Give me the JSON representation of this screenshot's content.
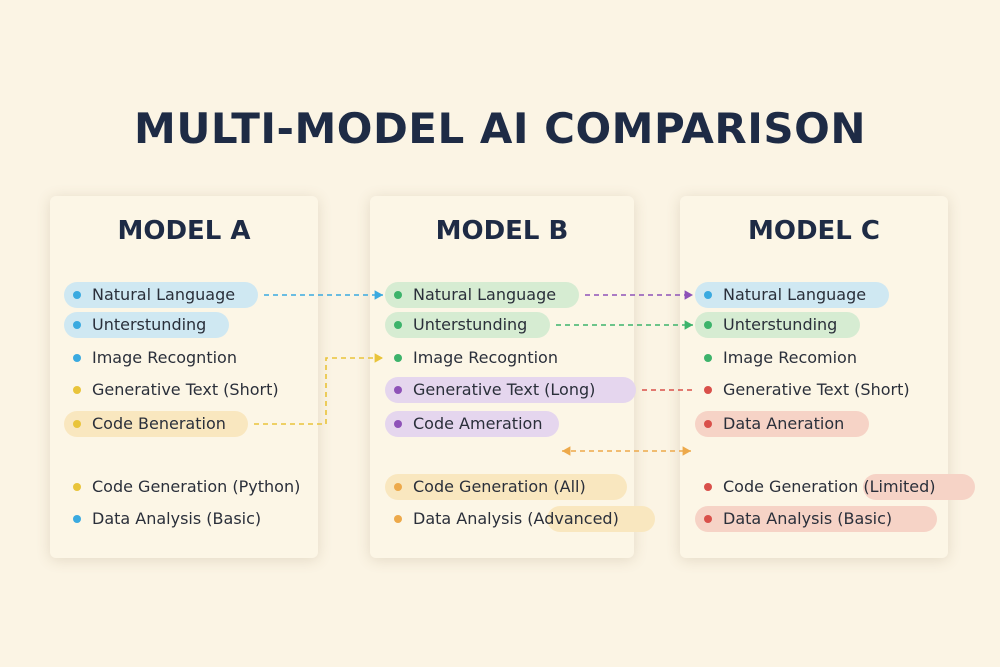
{
  "title": "MULTI-MODEL AI COMPARISON",
  "colors": {
    "blue": "#3aaae0",
    "green": "#3db36b",
    "yellow": "#e9c43a",
    "orange": "#eda94a",
    "purple": "#8e52b8",
    "red": "#d9504a",
    "blue_highlight": "#cfe8f2",
    "green_highlight": "#d6ecd2",
    "yellow_highlight": "#f9e7bf",
    "purple_highlight": "#e5d6ee",
    "red_highlight": "#f6d3c6"
  },
  "models": [
    {
      "name": "MODEL A",
      "features": [
        {
          "label": "Natural Language",
          "dot": "blue",
          "highlight": "blue"
        },
        {
          "label": "Unterstunding",
          "dot": "blue",
          "highlight": "blue"
        },
        {
          "label": "Image Recogntion",
          "dot": "blue"
        },
        {
          "label": "Generative Text (Short)",
          "dot": "yellow"
        },
        {
          "label": "Code Beneration",
          "dot": "yellow",
          "highlight": "yellow"
        },
        {
          "label": "Code Generation (Python)",
          "dot": "yellow"
        },
        {
          "label": "Data Analysis (Basic)",
          "dot": "blue"
        }
      ]
    },
    {
      "name": "MODEL B",
      "features": [
        {
          "label": "Natural Language",
          "dot": "green",
          "highlight": "green"
        },
        {
          "label": "Unterstunding",
          "dot": "green",
          "highlight": "green"
        },
        {
          "label": "Image Recogntion",
          "dot": "green"
        },
        {
          "label": "Generative Text (Long)",
          "dot": "purple",
          "highlight": "purple"
        },
        {
          "label": "Code Ameration",
          "dot": "purple",
          "highlight": "purple"
        },
        {
          "label": "Code Generation (All)",
          "dot": "orange",
          "highlight": "yellow"
        },
        {
          "label": "Data Analysis (Advanced)",
          "dot": "orange",
          "highlight": "yellow",
          "highlight_partial": true
        }
      ]
    },
    {
      "name": "MODEL C",
      "features": [
        {
          "label": "Natural Language",
          "dot": "blue",
          "highlight": "blue"
        },
        {
          "label": "Unterstunding",
          "dot": "green",
          "highlight": "green"
        },
        {
          "label": "Image Recomion",
          "dot": "green"
        },
        {
          "label": "Generative Text (Short)",
          "dot": "red"
        },
        {
          "label": "Data Aneration",
          "dot": "red",
          "highlight": "red"
        },
        {
          "label": "Code Generation (Limited)",
          "dot": "red",
          "highlight": "red",
          "highlight_partial": true
        },
        {
          "label": "Data Analysis (Basic)",
          "dot": "red",
          "highlight": "red"
        }
      ]
    }
  ],
  "connectors": [
    {
      "from": [
        0,
        0
      ],
      "to": [
        1,
        0
      ],
      "color": "blue",
      "arrow": "end"
    },
    {
      "from": [
        1,
        0
      ],
      "to": [
        2,
        0
      ],
      "color": "purple",
      "arrow": "end"
    },
    {
      "from": [
        1,
        1
      ],
      "to": [
        2,
        1
      ],
      "color": "green",
      "arrow": "end"
    },
    {
      "from": [
        0,
        4
      ],
      "to": [
        1,
        2
      ],
      "color": "yellow",
      "arrow": "end",
      "elbow": true
    },
    {
      "from": [
        1,
        3
      ],
      "to": [
        2,
        3
      ],
      "color": "red",
      "arrow": "none"
    },
    {
      "from": [
        1,
        4
      ],
      "to": [
        2,
        4
      ],
      "color": "orange",
      "arrow": "both",
      "between_rows": true
    }
  ]
}
